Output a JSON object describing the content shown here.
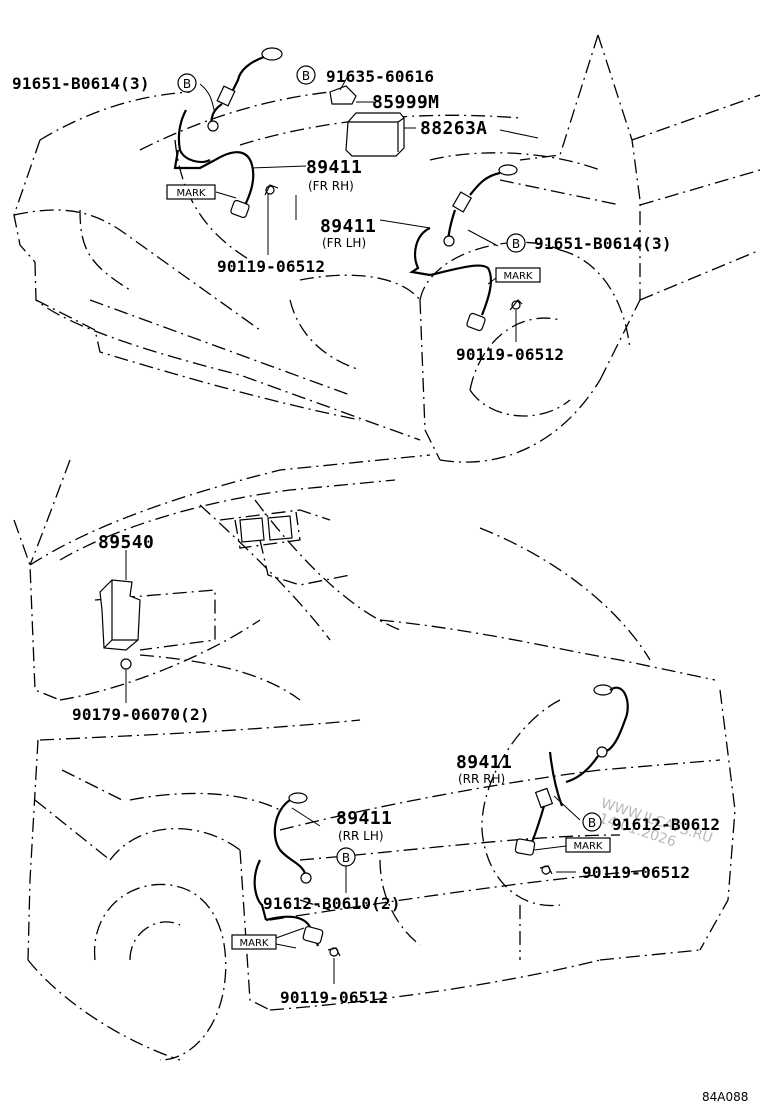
{
  "diagram": {
    "code": "84A088",
    "watermark": [
      "WWW.ILCATS.RU",
      "14.01.2026"
    ],
    "front_section": {
      "callouts": {
        "clamp_fr_rh_top": "91651-B0614(3)",
        "bracket_bolt": "91635-60616",
        "bracket": "85999M",
        "actuator": "88263A",
        "sensor_fr_rh": {
          "part": "89411",
          "sub": "(FR RH)"
        },
        "sensor_fr_lh": {
          "part": "89411",
          "sub": "(FR LH)"
        },
        "clamp_fr_lh": "91651-B0614(3)",
        "bolt_fr_rh": "90119-06512",
        "bolt_fr_lh": "90119-06512"
      }
    },
    "ecu_section": {
      "ecu": "89540",
      "ecu_nut": "90179-06070(2)"
    },
    "rear_section": {
      "sensor_rr_rh": {
        "part": "89411",
        "sub": "(RR RH)"
      },
      "clamp_rr_rh": "91612-B0612",
      "bolt_rr_rh": "90119-06512",
      "sensor_rr_lh": {
        "part": "89411",
        "sub": "(RR LH)"
      },
      "clamp_rr_lh": "91612-B0610(2)",
      "bolt_rr_lh": "90119-06512"
    },
    "mark_label": "MARK",
    "circle_b_label": "B"
  }
}
